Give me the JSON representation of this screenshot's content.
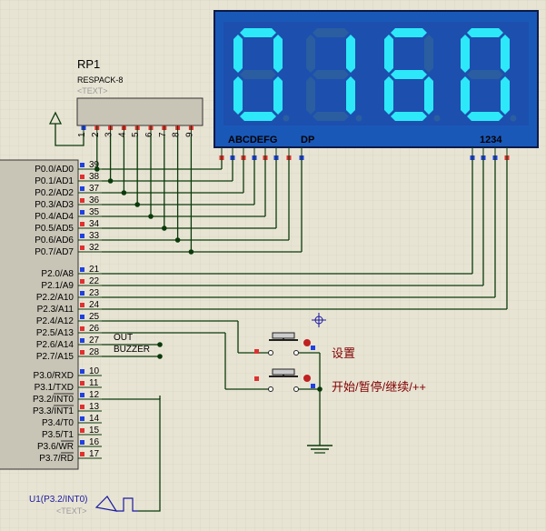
{
  "rp1": {
    "ref": "RP1",
    "value": "RESPACK-8",
    "text": "<TEXT>",
    "pins": [
      "1",
      "2",
      "3",
      "4",
      "5",
      "6",
      "7",
      "8",
      "9"
    ]
  },
  "display": {
    "digits": [
      "0",
      "1",
      "6",
      "0"
    ],
    "segment_label": "ABCDEFG",
    "dp_label": "DP",
    "digit_label": "1234"
  },
  "mcu": {
    "pins": [
      {
        "num": "39",
        "label": "P0.0/AD0"
      },
      {
        "num": "38",
        "label": "P0.1/AD1"
      },
      {
        "num": "37",
        "label": "P0.2/AD2"
      },
      {
        "num": "36",
        "label": "P0.3/AD3"
      },
      {
        "num": "35",
        "label": "P0.4/AD4"
      },
      {
        "num": "34",
        "label": "P0.5/AD5"
      },
      {
        "num": "33",
        "label": "P0.6/AD6"
      },
      {
        "num": "32",
        "label": "P0.7/AD7"
      },
      {
        "num": "21",
        "label": "P2.0/A8"
      },
      {
        "num": "22",
        "label": "P2.1/A9"
      },
      {
        "num": "23",
        "label": "P2.2/A10"
      },
      {
        "num": "24",
        "label": "P2.3/A11"
      },
      {
        "num": "25",
        "label": "P2.4/A12"
      },
      {
        "num": "26",
        "label": "P2.5/A13"
      },
      {
        "num": "27",
        "label": "P2.6/A14"
      },
      {
        "num": "28",
        "label": "P2.7/A15"
      },
      {
        "num": "10",
        "label": "P3.0/RXD"
      },
      {
        "num": "11",
        "label": "P3.1/TXD"
      },
      {
        "num": "12",
        "label": "P3.2/INT0"
      },
      {
        "num": "13",
        "label": "P3.3/INT1"
      },
      {
        "num": "14",
        "label": "P3.4/T0"
      },
      {
        "num": "15",
        "label": "P3.5/T1"
      },
      {
        "num": "16",
        "label": "P3.6/WR"
      },
      {
        "num": "17",
        "label": "P3.7/RD"
      }
    ]
  },
  "nets": {
    "out": "OUT",
    "buzzer": "BUZZER"
  },
  "buttons": {
    "set_label": "设置",
    "start_label": "开始/暂停/继续/++"
  },
  "generator": {
    "label": "U1(P3.2/INT0)",
    "text": "<TEXT>"
  },
  "colors": {
    "background": "#e8e4d4",
    "display_body": "#1a58b8",
    "segment_on": "#2de8f8",
    "segment_off": "#2a5ea0",
    "wire": "#0a3a0a",
    "pin_red": "#e03030",
    "pin_blue": "#2040e0",
    "label_red": "#800000",
    "label_blue": "#1a1aa0"
  }
}
